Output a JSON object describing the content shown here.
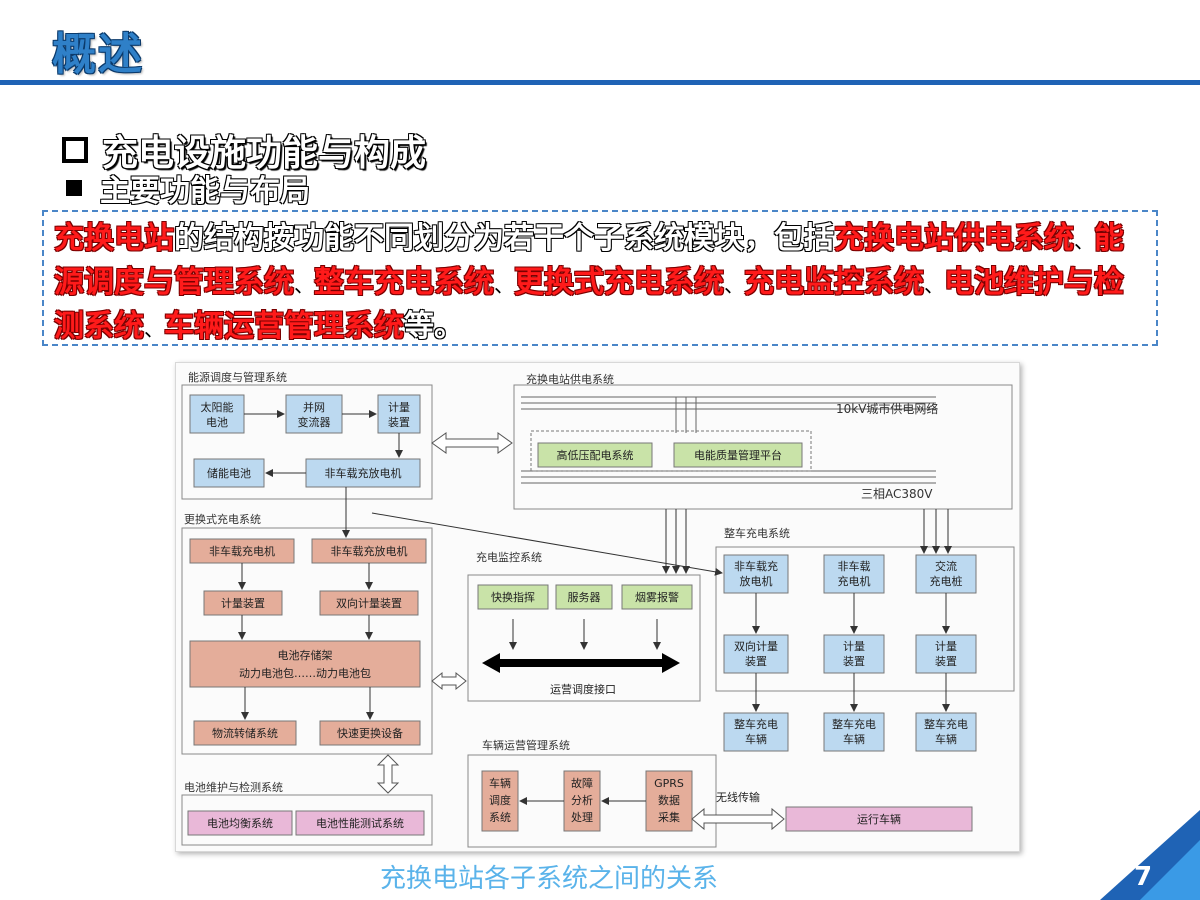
{
  "title": "概述",
  "heading1": "充电设施功能与构成",
  "heading2": "主要功能与布局",
  "intro": {
    "p1": "充换电站",
    "p2": "的结构按功能不同划分为若干个子系统模块，包括",
    "p3": "充换电站供电系统",
    "p4": "能源调度与管理系统",
    "p5": "整车充电系统",
    "p6": "更换式充电系统",
    "p7": "充电监控系统",
    "p8": "电池维护与检测系统",
    "p9": "车辆运营管理系统",
    "p10": "等。",
    "sep": "、"
  },
  "diagram": {
    "energy": {
      "title": "能源调度与管理系统",
      "solar_1": "太阳能",
      "solar_2": "电池",
      "inverter_1": "并网",
      "inverter_2": "变流器",
      "meter_1": "计量",
      "meter_2": "装置",
      "storage": "储能电池",
      "offboard": "非车载充放电机"
    },
    "supply": {
      "title": "充换电站供电系统",
      "grid": "10kV城市供电网络",
      "hv": "高低压配电系统",
      "pq": "电能质量管理平台",
      "ac": "三相AC380V"
    },
    "swap": {
      "title": "更换式充电系统",
      "charger": "非车载充电机",
      "discharger": "非车载充放电机",
      "meter": "计量装置",
      "bimeter": "双向计量装置",
      "rack_1": "电池存储架",
      "rack_2": "动力电池包……动力电池包",
      "logistics": "物流转储系统",
      "swap_dev": "快速更换设备"
    },
    "monitor": {
      "title": "充电监控系统",
      "cmd": "快换指挥",
      "server": "服务器",
      "smoke": "烟雾报警",
      "bus": "运营调度接口"
    },
    "vehicle": {
      "title": "整车充电系统",
      "c1_1": "非车载充",
      "c1_2": "放电机",
      "c2_1": "非车载",
      "c2_2": "充电机",
      "c3_1": "交流",
      "c3_2": "充电桩",
      "m1_1": "双向计量",
      "m1_2": "装置",
      "m2_1": "计量",
      "m2_2": "装置",
      "m3_1": "计量",
      "m3_2": "装置",
      "v_1": "整车充电",
      "v_2": "车辆"
    },
    "ops": {
      "title": "车辆运营管理系统",
      "d1": "车辆",
      "d2": "调度",
      "d3": "系统",
      "f1": "故障",
      "f2": "分析",
      "f3": "处理",
      "g1": "GPRS",
      "g2": "数据",
      "g3": "采集",
      "wireless": "无线传输",
      "running": "运行车辆"
    },
    "battery": {
      "title": "电池维护与检测系统",
      "balance": "电池均衡系统",
      "test": "电池性能测试系统"
    }
  },
  "caption": "充换电站各子系统之间的关系",
  "page_number": "7",
  "colors": {
    "accent": "#1f63b5",
    "box_blue": "#bcd9f0",
    "box_salmon": "#e4ad9a",
    "box_green": "#c9e3a8",
    "box_pink": "#e9b8d8"
  }
}
